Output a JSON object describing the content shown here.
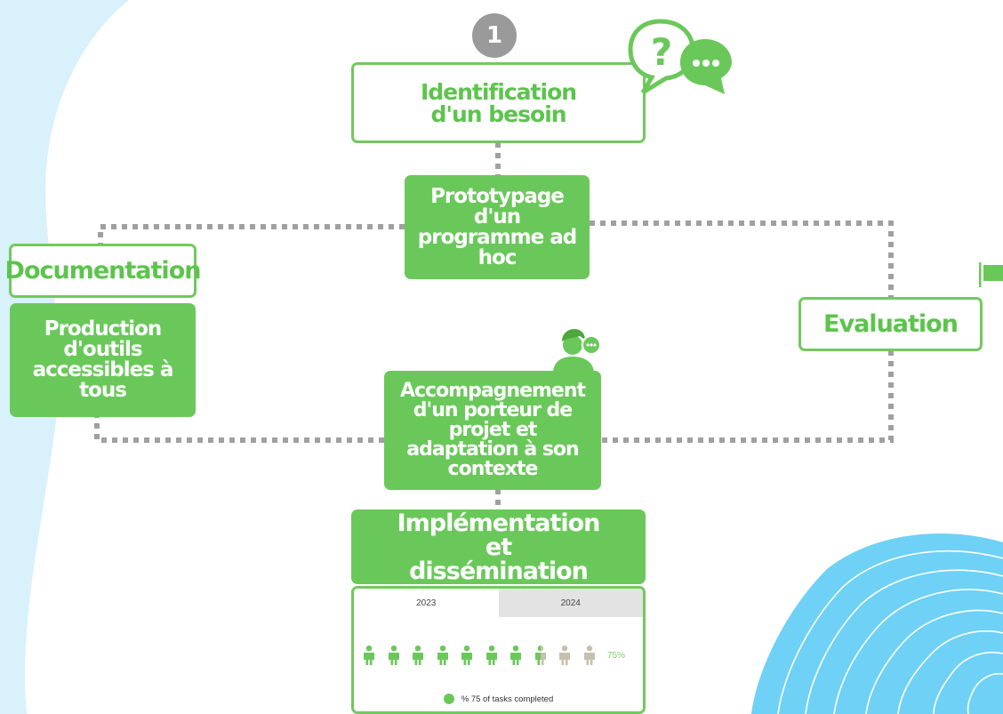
{
  "colors": {
    "green": "#6ac85a",
    "green_outline": "#72c95d",
    "grey_badge": "#9a9a9a",
    "connector": "#a0a0a0",
    "blob_light": "#d8f1fb",
    "blob_blue": "#6fd1f5"
  },
  "step_badge": "1",
  "nodes": {
    "identification": "Identification d'un besoin",
    "prototypage": "Prototypage d'un programme ad hoc",
    "documentation": "Documentation",
    "production": "Production d'outils accessibles à tous",
    "evaluation": "Evaluation",
    "accompagnement": "Accompagnement d'un porteur de projet et adaptation à son contexte",
    "implementation": "Implémentation et dissémination"
  },
  "icons": [
    "question-chat-icon",
    "advisor-person-icon",
    "flag-icon",
    "person-icon"
  ],
  "progress_panel": {
    "tabs": [
      "2023",
      "2024"
    ],
    "active_tab": "2023",
    "people_total": 10,
    "people_filled": 7.5,
    "percent_label": "75%",
    "legend": "% 75 of tasks completed"
  }
}
